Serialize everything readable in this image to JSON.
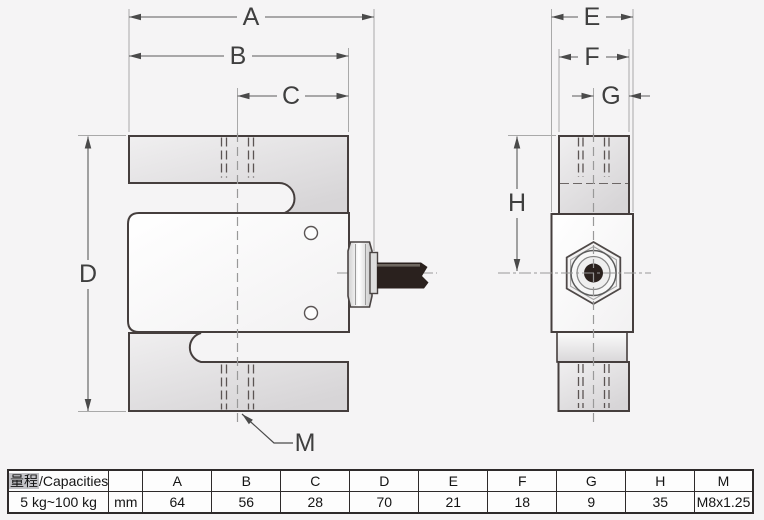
{
  "page": {
    "background": "#f5f4f5"
  },
  "front_view": {
    "dim_a": "A",
    "dim_b": "B",
    "dim_c": "C",
    "dim_d": "D",
    "dim_m": "M"
  },
  "side_view": {
    "dim_e": "E",
    "dim_f": "F",
    "dim_g": "G",
    "dim_h": "H"
  },
  "table": {
    "capacities_label_cn": "量程",
    "capacities_label_en": "/Capacities",
    "capacity_range": "5 kg~100 kg",
    "unit": "mm",
    "columns": [
      "A",
      "B",
      "C",
      "D",
      "E",
      "F",
      "G",
      "H",
      "M"
    ],
    "values": [
      "64",
      "56",
      "28",
      "70",
      "21",
      "18",
      "9",
      "35",
      "M8x1.25"
    ]
  },
  "colors": {
    "outline": "#453e3d",
    "dimension": "#4a4a4a",
    "block_fill": "#e2e0e2",
    "plate_fill": "#fbfbfb",
    "cable": "#2a211e",
    "background": "#f5f4f5"
  }
}
